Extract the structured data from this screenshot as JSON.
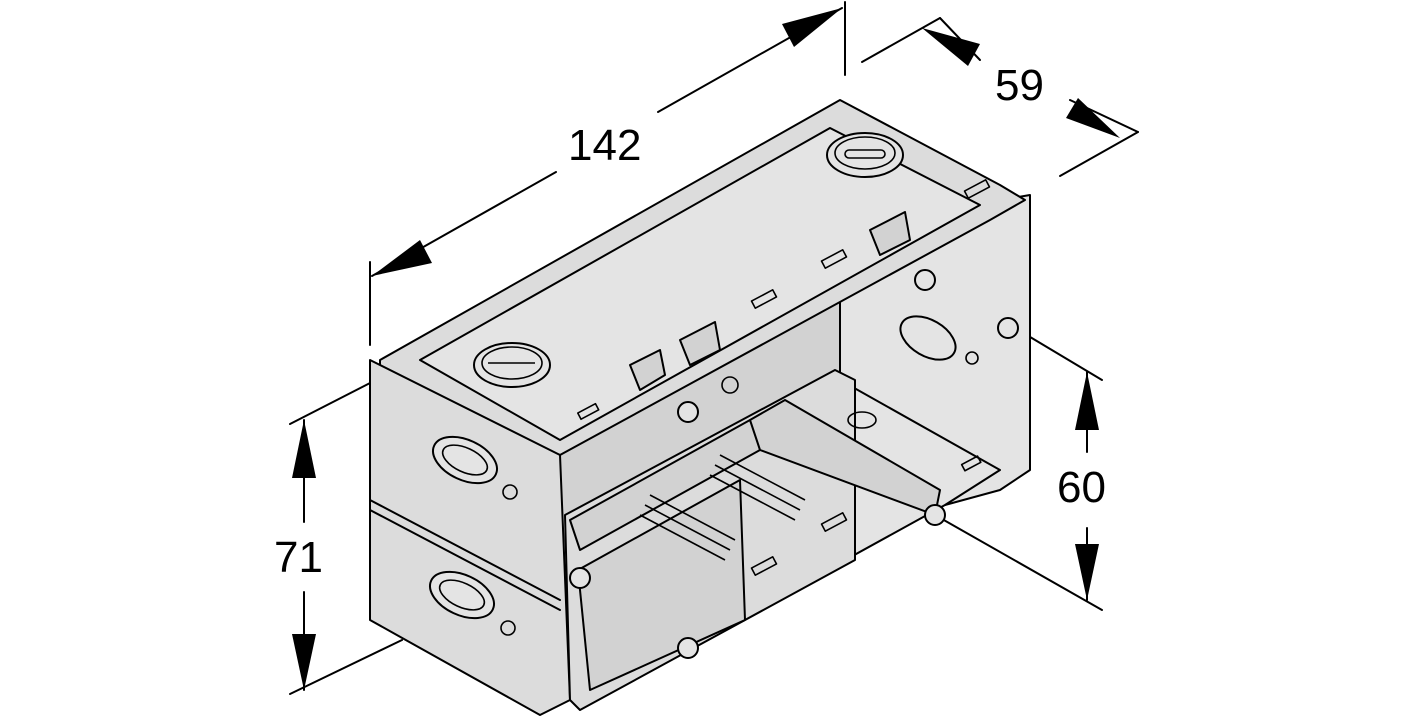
{
  "dimensions": {
    "length": "142",
    "depth": "59",
    "height_inner": "60",
    "height_total": "71"
  },
  "colors": {
    "line": "#000000",
    "fill": "#dcdcdc",
    "background": "#ffffff"
  }
}
